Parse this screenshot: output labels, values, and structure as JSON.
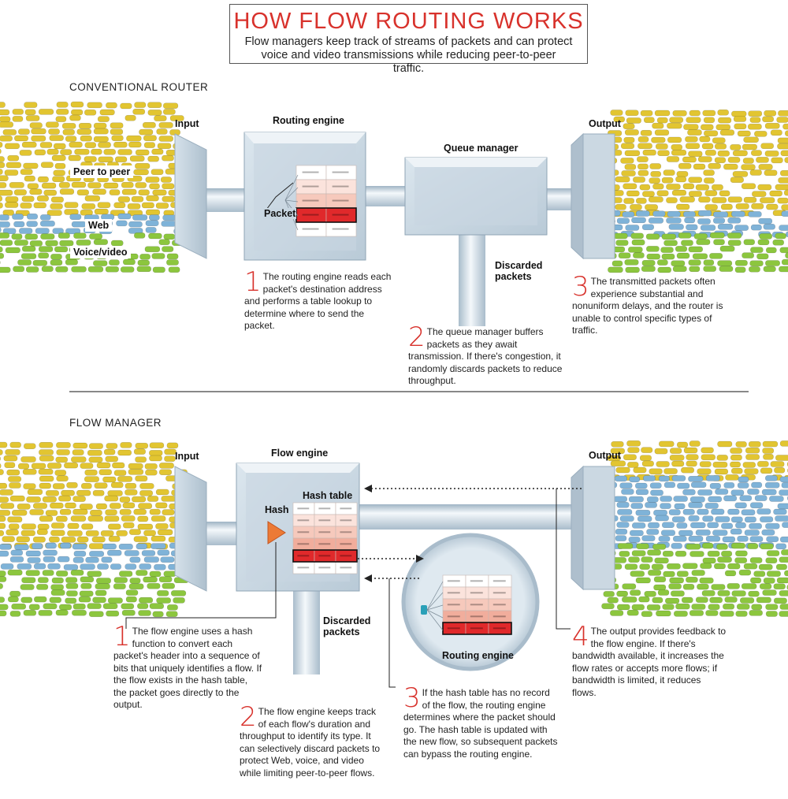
{
  "header": {
    "title": "HOW FLOW ROUTING WORKS",
    "subtitle": "Flow managers keep track of streams of packets and can protect voice and video transmissions while reducing peer-to-peer traffic."
  },
  "conventional": {
    "section_label": "CONVENTIONAL ROUTER",
    "input_label": "Input",
    "output_label": "Output",
    "routing_engine_label": "Routing engine",
    "queue_manager_label": "Queue manager",
    "packet_label": "Packet",
    "discarded_label_1": "Discarded",
    "discarded_label_2": "packets",
    "traffic": {
      "p2p": "Peer to peer",
      "web": "Web",
      "voice": "Voice/video"
    },
    "steps": [
      {
        "num": "1",
        "text": "The routing engine reads each packet's destination address and performs a table lookup to determine where to send the packet."
      },
      {
        "num": "2",
        "text": "The queue manager buffers packets as they await transmission. If there's congestion, it randomly discards packets to reduce throughput."
      },
      {
        "num": "3",
        "text": "The transmitted packets often experience substantial and nonuniform delays, and the router is unable to control specific types of traffic."
      }
    ]
  },
  "flow": {
    "section_label": "FLOW MANAGER",
    "input_label": "Input",
    "output_label": "Output",
    "flow_engine_label": "Flow engine",
    "hash_table_label": "Hash table",
    "hash_label": "Hash",
    "routing_engine_label": "Routing engine",
    "discarded_label_1": "Discarded",
    "discarded_label_2": "packets",
    "steps": [
      {
        "num": "1",
        "text": "The flow engine uses a hash function to convert each packet's header into a sequence of bits that uniquely identifies a flow. If the flow exists in the hash table, the packet goes directly to the output."
      },
      {
        "num": "2",
        "text": "The flow engine keeps track of each flow's duration and throughput to identify its type. It can selectively discard packets to protect Web, voice, and video while limiting peer-to-peer flows."
      },
      {
        "num": "3",
        "text": "If the hash table has no record of the flow, the routing engine determines where the packet should go. The hash table is updated with the new flow, so subsequent packets can bypass the routing engine."
      },
      {
        "num": "4",
        "text": "The output provides feedback to the flow engine. If there's bandwidth available, it increases the flow rates or accepts more flows; if bandwidth is limited, it reduces flows."
      }
    ]
  },
  "colors": {
    "accent": "#d8322c",
    "p2p": "#e2c531",
    "web": "#7fb3d8",
    "voice": "#8cc63e",
    "box": "#c9d7e2",
    "table_highlight": "#e0292b"
  }
}
